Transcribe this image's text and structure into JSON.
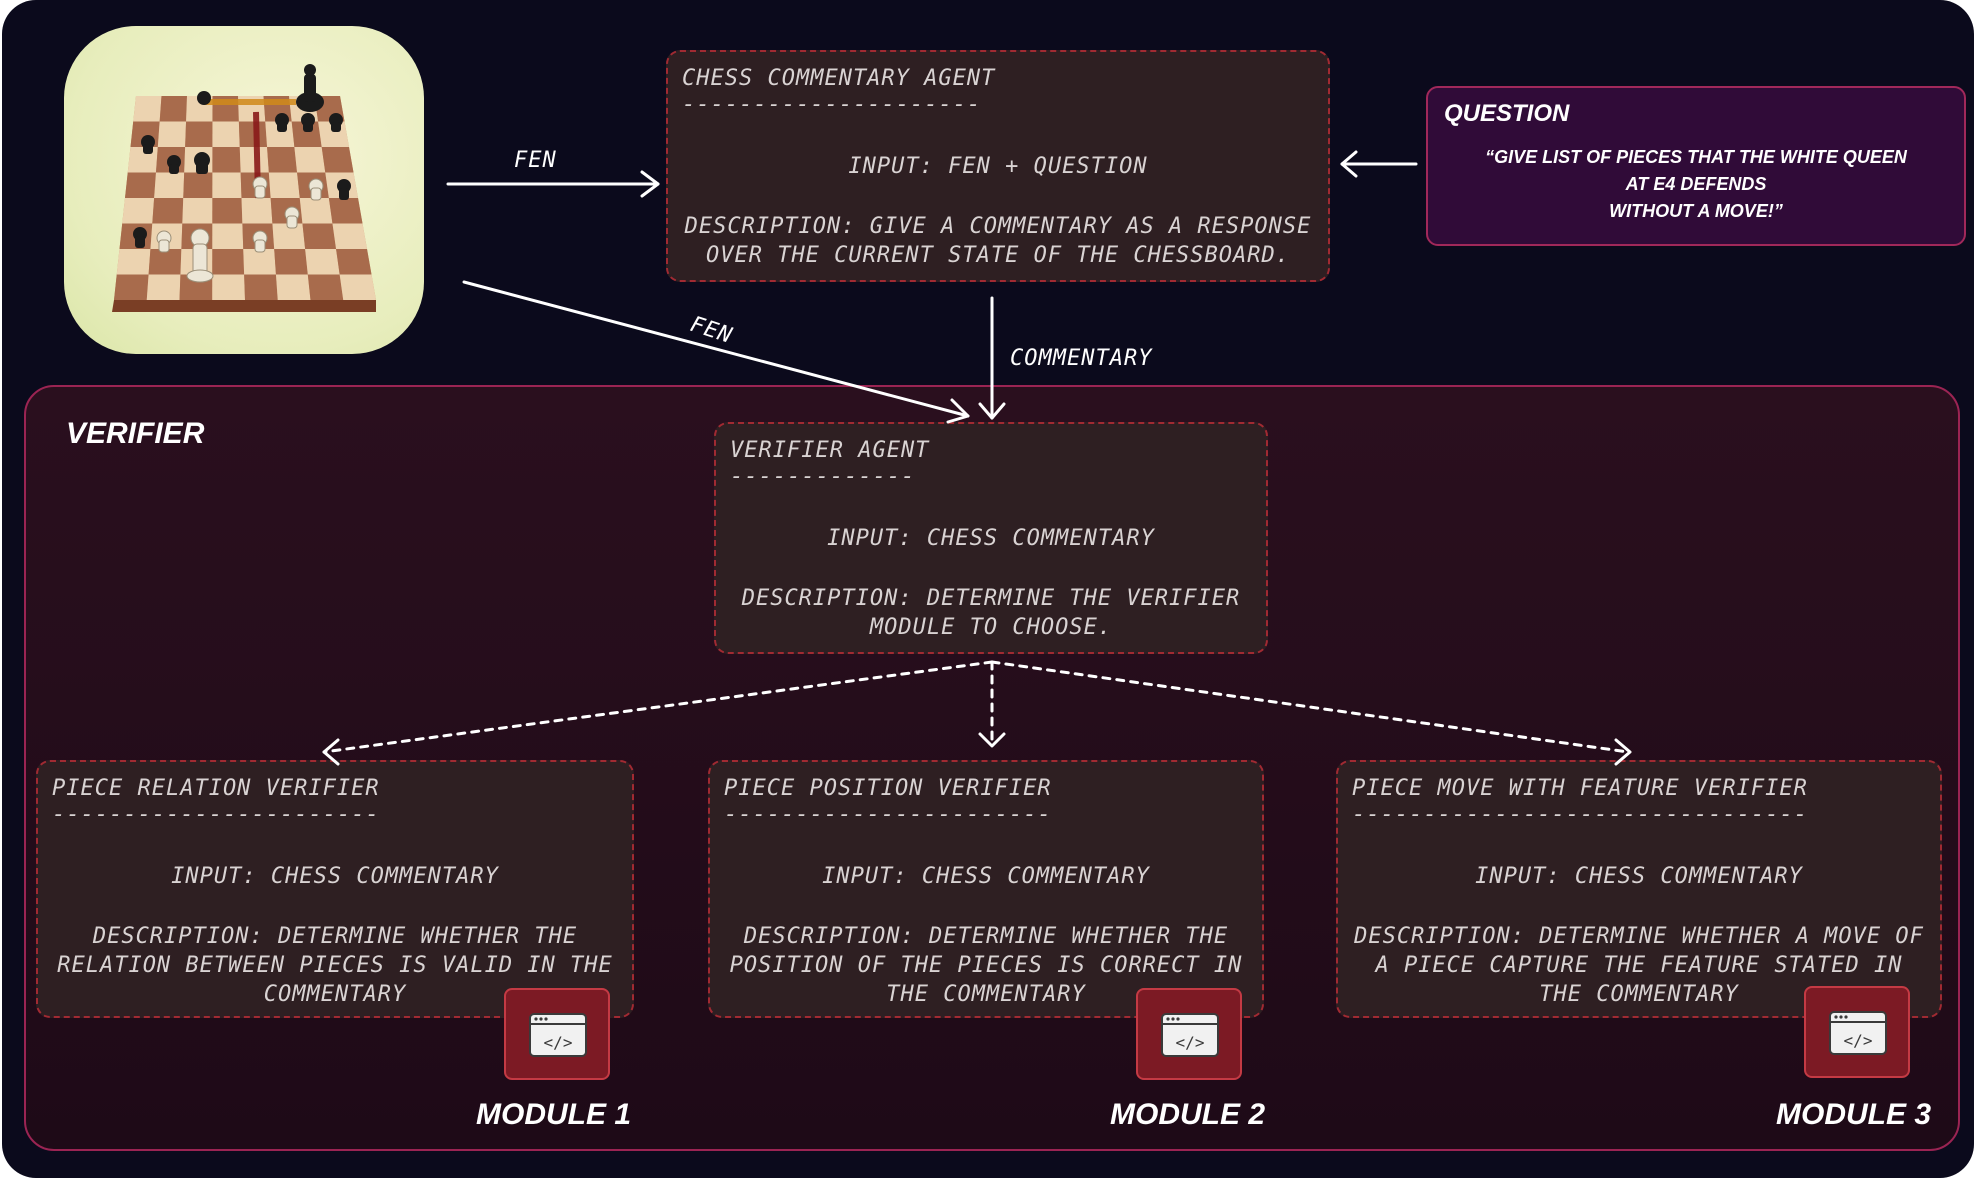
{
  "verifier_panel": {
    "title": "VERIFIER"
  },
  "commentary_agent": {
    "title": "CHESS COMMENTARY AGENT",
    "rule": "---------------------",
    "input": "INPUT: FEN + QUESTION",
    "description_lines": [
      "DESCRIPTION: GIVE A COMMENTARY AS A RESPONSE",
      "OVER THE CURRENT STATE OF THE CHESSBOARD."
    ]
  },
  "question": {
    "title": "QUESTION",
    "text_lines": [
      "“GIVE LIST OF PIECES THAT THE WHITE QUEEN",
      "AT E4 DEFENDS",
      "WITHOUT A MOVE!”"
    ]
  },
  "verifier_agent": {
    "title": "VERIFIER AGENT",
    "rule": "-------------",
    "input": "INPUT: CHESS COMMENTARY",
    "description_lines": [
      "DESCRIPTION: DETERMINE THE VERIFIER",
      "MODULE TO CHOOSE."
    ]
  },
  "modules": [
    {
      "title": "PIECE RELATION VERIFIER",
      "rule": "-----------------------",
      "input": "INPUT: CHESS COMMENTARY",
      "description_lines": [
        "DESCRIPTION: DETERMINE WHETHER THE",
        "RELATION BETWEEN PIECES IS VALID IN THE",
        "COMMENTARY"
      ],
      "label": "MODULE 1",
      "icon": "code-window-icon"
    },
    {
      "title": "PIECE POSITION VERIFIER",
      "rule": "-----------------------",
      "input": "INPUT: CHESS COMMENTARY",
      "description_lines": [
        "DESCRIPTION: DETERMINE WHETHER THE",
        "POSITION OF THE PIECES IS CORRECT IN",
        "THE COMMENTARY"
      ],
      "label": "MODULE 2",
      "icon": "code-window-icon"
    },
    {
      "title": "PIECE MOVE WITH FEATURE VERIFIER",
      "rule": "--------------------------------",
      "input": "INPUT: CHESS COMMENTARY",
      "description_lines": [
        "DESCRIPTION: DETERMINE WHETHER A MOVE OF",
        "A PIECE CAPTURE THE FEATURE STATED IN",
        "THE COMMENTARY"
      ],
      "label": "MODULE 3",
      "icon": "code-window-icon"
    }
  ],
  "arrows": {
    "fen_top": "FEN",
    "fen_diagonal": "FEN",
    "commentary": "COMMENTARY"
  },
  "chessboard": {
    "icon": "chessboard-image"
  },
  "colors": {
    "background": "#0b0a1c",
    "box_fill": "#2e1f22",
    "box_border": "#a12a32",
    "panel_border": "#9b2453",
    "question_fill": "#300b38",
    "module_icon": "#7c1a24"
  }
}
